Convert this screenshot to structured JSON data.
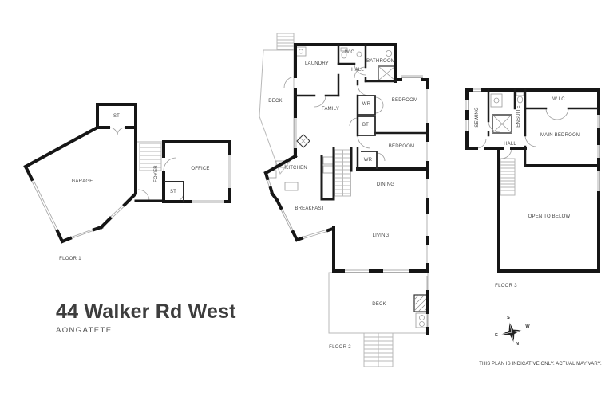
{
  "title": {
    "address": "44 Walker Rd West",
    "suburb": "AONGATETE"
  },
  "disclaimer": "THIS PLAN IS INDICATIVE ONLY. ACTUAL MAY VARY.",
  "compass": {
    "north": "N",
    "south": "S",
    "east": "E",
    "west": "W"
  },
  "floors": {
    "floor1": {
      "label": "FLOOR 1",
      "rooms": {
        "storage_top": "ST",
        "garage": "GARAGE",
        "foyer": "FOYER",
        "office": "OFFICE",
        "storage_office": "ST"
      }
    },
    "floor2": {
      "label": "FLOOR 2",
      "rooms": {
        "deck_upper": "DECK",
        "laundry": "LAUNDRY",
        "wc": "W.C",
        "hall": "HALL",
        "bathroom": "BATHROOM",
        "family": "FAMILY",
        "wardrobe_1": "WR",
        "bathroom_2": "BT",
        "wardrobe_2": "WR",
        "bedroom_1": "BEDROOM",
        "bedroom_2": "BEDROOM",
        "kitchen": "KITCHEN",
        "breakfast": "BREAKFAST",
        "dining": "DINING",
        "living": "LIVING",
        "deck_lower": "DECK"
      }
    },
    "floor3": {
      "label": "FLOOR 3",
      "rooms": {
        "sewing": "SEWING",
        "ensuite": "ENSUITE",
        "wic": "W.I.C",
        "hall": "HALL",
        "main_bedroom": "MAIN BEDROOM",
        "open_to_below": "OPEN TO BELOW"
      }
    }
  }
}
